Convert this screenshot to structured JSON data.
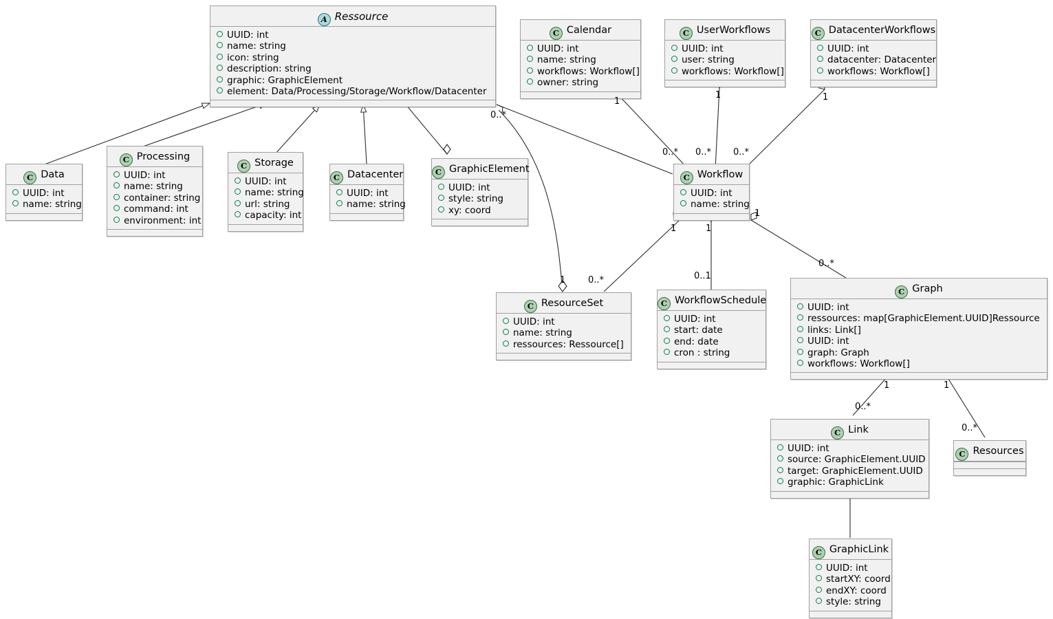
{
  "diagram": {
    "type": "uml-class-diagram",
    "background": "#FFFFFF",
    "class_fill": "#F1F1F1",
    "class_border": "#A0A0A0",
    "attr_bullet_color": "#038048",
    "class_stereotype_fill": "#ADD1B2",
    "abstract_stereotype_fill": "#A9DCDF"
  },
  "classes": {
    "ressource": {
      "name": "Ressource",
      "stereotype": "A",
      "attrs": [
        "UUID: int",
        "name: string",
        "icon: string",
        "description: string",
        "graphic: GraphicElement",
        "element: Data/Processing/Storage/Workflow/Datacenter"
      ]
    },
    "calendar": {
      "name": "Calendar",
      "stereotype": "C",
      "attrs": [
        "UUID: int",
        "name: string",
        "workflows: Workflow[]",
        "owner: string"
      ]
    },
    "userworkflows": {
      "name": "UserWorkflows",
      "stereotype": "C",
      "attrs": [
        "UUID: int",
        "user: string",
        "workflows: Workflow[]"
      ]
    },
    "datacenterworkflows": {
      "name": "DatacenterWorkflows",
      "stereotype": "C",
      "attrs": [
        "UUID: int",
        "datacenter: Datacenter",
        "workflows: Workflow[]"
      ]
    },
    "data": {
      "name": "Data",
      "stereotype": "C",
      "attrs": [
        "UUID: int",
        "name: string"
      ]
    },
    "processing": {
      "name": "Processing",
      "stereotype": "C",
      "attrs": [
        "UUID: int",
        "name: string",
        "container: string",
        "command: int",
        "environment: int"
      ]
    },
    "storage": {
      "name": "Storage",
      "stereotype": "C",
      "attrs": [
        "UUID: int",
        "name: string",
        "url: string",
        "capacity: int"
      ]
    },
    "datacenter": {
      "name": "Datacenter",
      "stereotype": "C",
      "attrs": [
        "UUID: int",
        "name: string"
      ]
    },
    "graphicelement": {
      "name": "GraphicElement",
      "stereotype": "C",
      "attrs": [
        "UUID: int",
        "style: string",
        "xy: coord"
      ]
    },
    "workflow": {
      "name": "Workflow",
      "stereotype": "C",
      "attrs": [
        "UUID: int",
        "name: string"
      ]
    },
    "resourceset": {
      "name": "ResourceSet",
      "stereotype": "C",
      "attrs": [
        "UUID: int",
        "name: string",
        "ressources: Ressource[]"
      ]
    },
    "workflowschedule": {
      "name": "WorkflowSchedule",
      "stereotype": "C",
      "attrs": [
        "UUID: int",
        "start: date",
        "end: date",
        "cron : string"
      ]
    },
    "graph": {
      "name": "Graph",
      "stereotype": "C",
      "attrs": [
        "UUID: int",
        "ressources: map[GraphicElement.UUID]Ressource",
        "links: Link[]",
        "UUID: int",
        "graph: Graph",
        "workflows: Workflow[]"
      ]
    },
    "link": {
      "name": "Link",
      "stereotype": "C",
      "attrs": [
        "UUID: int",
        "source: GraphicElement.UUID",
        "target: GraphicElement.UUID",
        "graphic: GraphicLink"
      ]
    },
    "resources": {
      "name": "Resources",
      "stereotype": "C",
      "attrs": []
    },
    "graphiclink": {
      "name": "GraphicLink",
      "stereotype": "C",
      "attrs": [
        "UUID: int",
        "startXY: coord",
        "endXY: coord",
        "style: string"
      ]
    }
  },
  "multiplicities": {
    "ressource_to_workflow": "0..*",
    "calendar_to_workflow_near": "1",
    "calendar_to_workflow_far": "0..*",
    "userworkflows_near": "1",
    "userworkflows_far": "0..*",
    "datacenterworkflows_near": "1",
    "datacenterworkflows_far": "0..*",
    "ressource_to_resourceset": "1",
    "workflow_to_resourceset_near": "1",
    "workflow_to_resourceset_far": "0..*",
    "workflow_to_schedule_near": "1",
    "workflow_to_schedule_far": "0..1",
    "workflow_to_graph_near": "1",
    "workflow_to_graph_far": "0..*",
    "graph_to_link_near": "1",
    "graph_to_link_far": "0..*",
    "graph_to_resources_near": "1",
    "graph_to_resources_far": "0..*"
  }
}
